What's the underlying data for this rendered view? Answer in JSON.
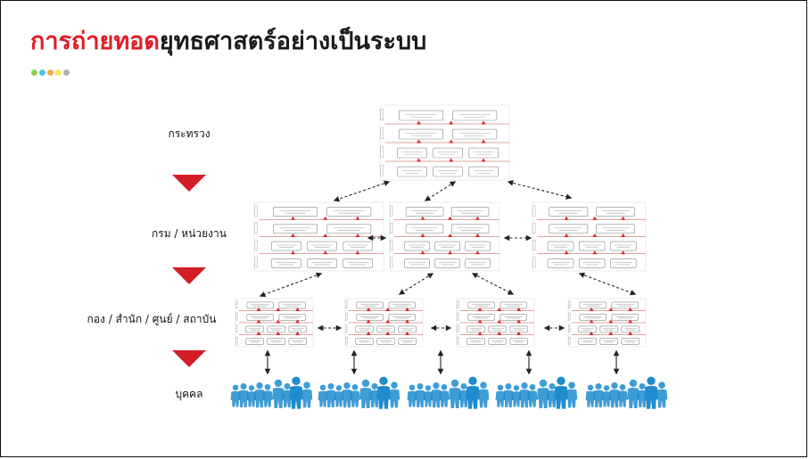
{
  "title": {
    "highlight": "การถ่ายทอด",
    "rest": "ยุทธศาสตร์อย่างเป็นระบบ",
    "highlight_color": "#e01b24"
  },
  "dots": [
    "#8fd14f",
    "#5bc0de",
    "#f0ad4e",
    "#f5e663",
    "#b0b0b0"
  ],
  "levels": [
    {
      "label": "กระทรวง"
    },
    {
      "label": "กรม / หน่วยงาน"
    },
    {
      "label": "กอง / สำนัก / ศูนย์ / สถาบัน"
    },
    {
      "label": "บุคคล"
    }
  ],
  "colors": {
    "arrow": "#d21f26",
    "people": "#1e8ccf",
    "box_border": "#8a8a8a",
    "marker": "#e0222a"
  },
  "people_icon": "people-group-icon"
}
